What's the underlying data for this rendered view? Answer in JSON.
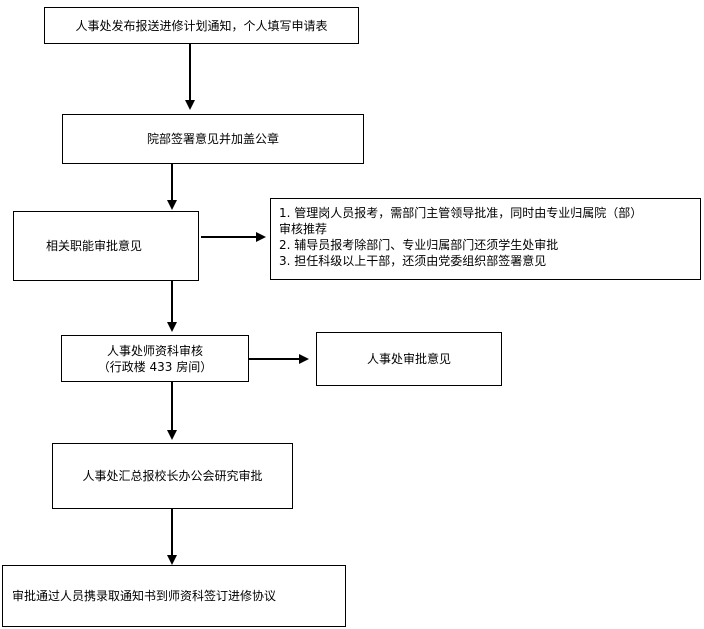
{
  "flowchart": {
    "step1": "人事处发布报送进修计划通知，个人填写申请表",
    "step2": "院部签署意见并加盖公章",
    "step3": "相关职能审批意见",
    "step3_notes": [
      "1.  管理岗人员报考，需部门主管领导批准，同时由专业归属院（部）",
      "审核推荐",
      "2.  辅导员报考除部门、专业归属部门还须学生处审批",
      "3.  担任科级以上干部，还须由党委组织部签署意见"
    ],
    "step4_line1": "人事处师资科审核",
    "step4_line2": "（行政楼 433 房间）",
    "step4_side": "人事处审批意见",
    "step5": "人事处汇总报校长办公会研究审批",
    "step6": "审批通过人员携录取通知书到师资科签订进修协议"
  }
}
